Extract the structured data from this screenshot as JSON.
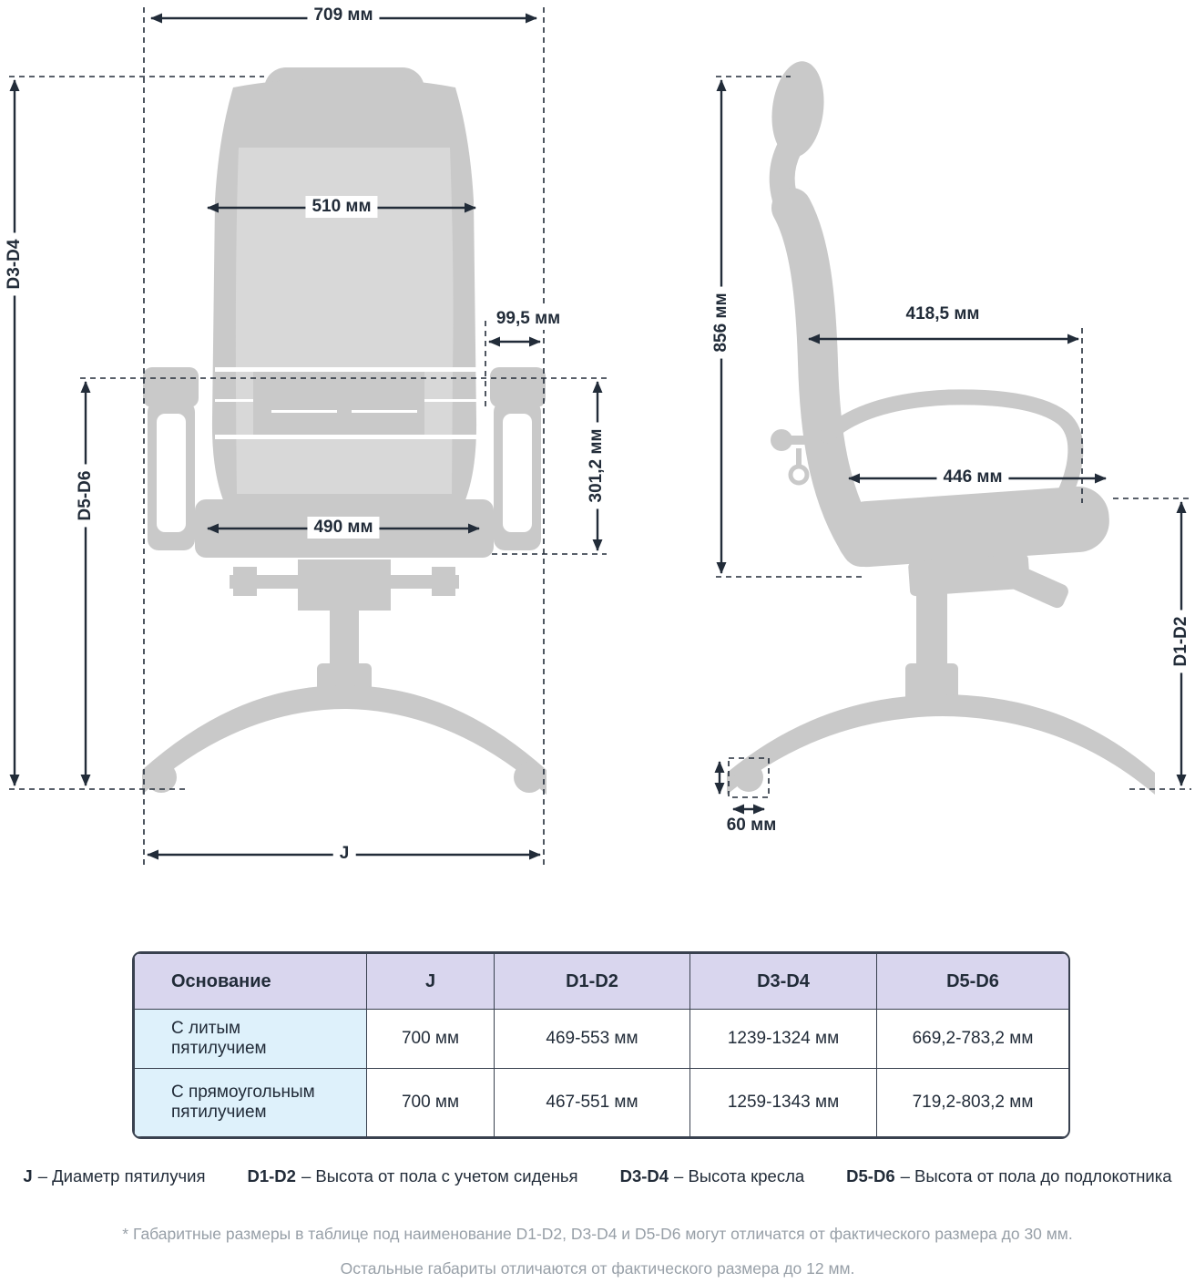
{
  "front_view": {
    "top_width": "709 мм",
    "back_width": "510 мм",
    "armrest_width": "99,5 мм",
    "armrest_section_height": "301,2 мм",
    "seat_width": "490 мм",
    "chair_height_label": "D3-D4",
    "floor_to_armrest_label": "D5-D6",
    "base_diameter_label": "J"
  },
  "side_view": {
    "backrest_height": "856 мм",
    "upper_depth": "418,5 мм",
    "seat_depth": "446 мм",
    "seat_height_label": "D1-D2",
    "caster_size": "60 мм"
  },
  "table": {
    "headers": [
      "Основание",
      "J",
      "D1-D2",
      "D3-D4",
      "D5-D6"
    ],
    "rows": [
      [
        "С литым пятилучием",
        "700 мм",
        "469-553 мм",
        "1239-1324 мм",
        "669,2-783,2 мм"
      ],
      [
        "С прямоугольным пятилучием",
        "700 мм",
        "467-551 мм",
        "1259-1343 мм",
        "719,2-803,2 мм"
      ]
    ]
  },
  "legend": {
    "items": [
      {
        "term": "J",
        "desc": "– Диаметр пятилучия"
      },
      {
        "term": "D1-D2",
        "desc": "– Высота от пола с учетом сиденья"
      },
      {
        "term": "D3-D4",
        "desc": "– Высота кресла"
      },
      {
        "term": "D5-D6",
        "desc": "– Высота от пола до подлокотника"
      }
    ]
  },
  "footnote": {
    "line1": "* Габаритные размеры в таблице под наименование D1-D2, D3-D4 и D5-D6 могут отличатся от фактического размера до 30 мм.",
    "line2": "Остальные габариты отличаются от фактического размера до 12 мм."
  },
  "colors": {
    "chair_fill": "#c9c9c9",
    "chair_mesh": "#d8d8d8",
    "dimension": "#222c39",
    "table_header_bg": "#d9d6ee",
    "table_base_col_bg": "#def1fb",
    "footnote_text": "#98a0a8"
  }
}
